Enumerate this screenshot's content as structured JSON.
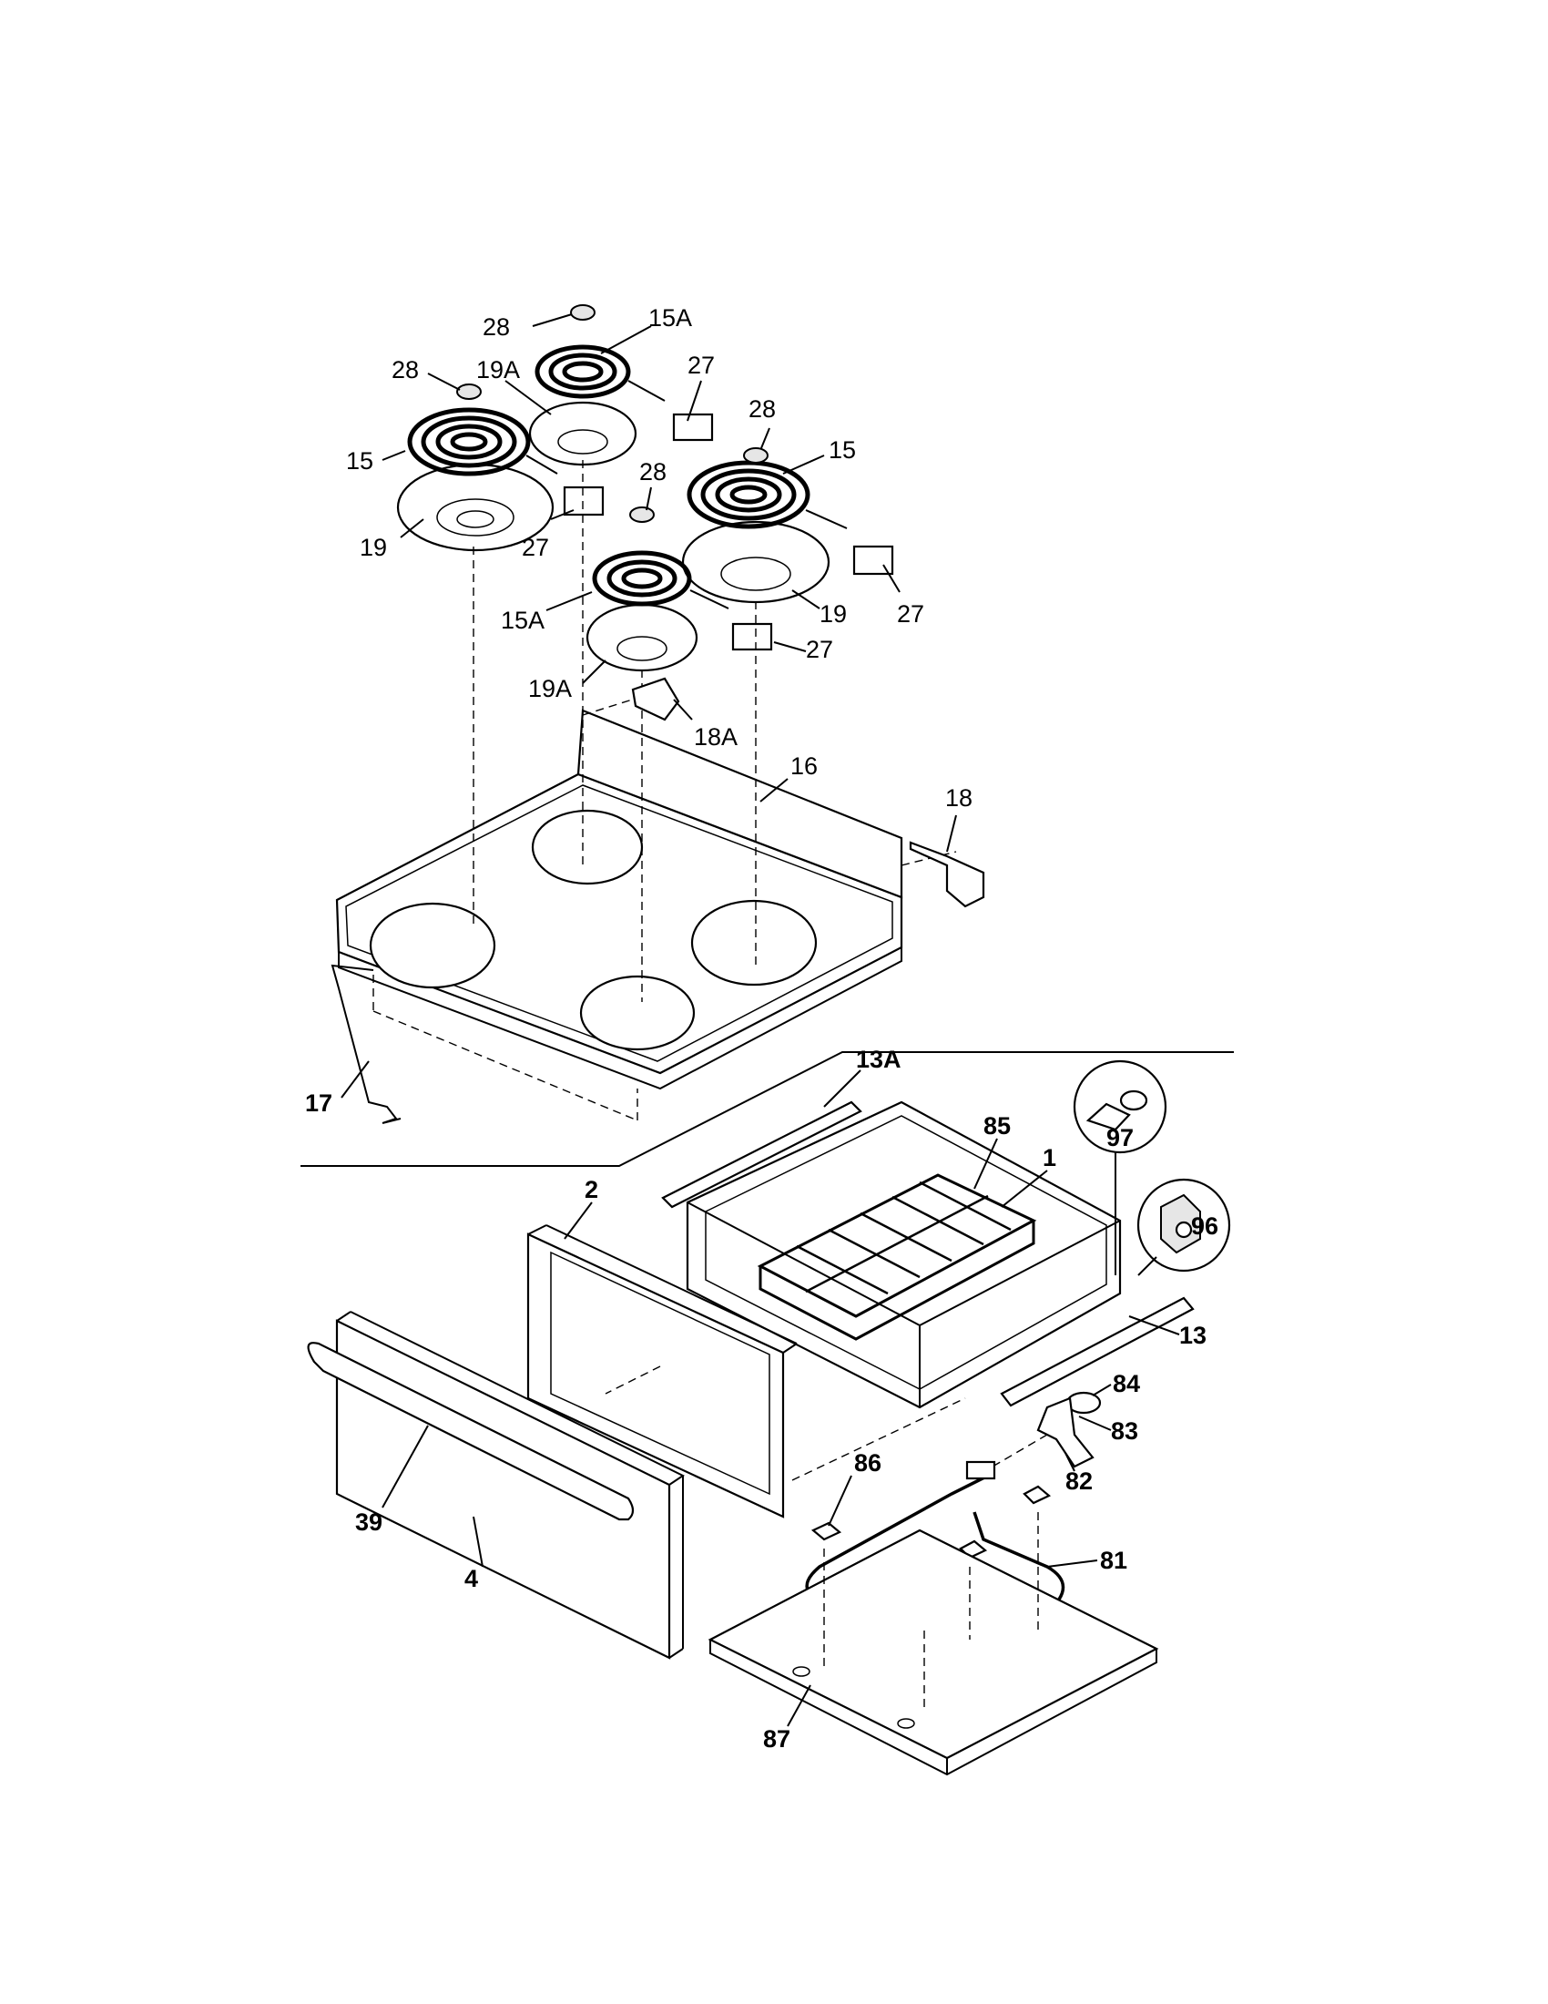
{
  "callouts": {
    "c28_top": "28",
    "c15a_top": "15A",
    "c28_left": "28",
    "c19a_top": "19A",
    "c27_top": "27",
    "c28_right": "28",
    "c15_left": "15",
    "c15_right": "15",
    "c19_left": "19",
    "c27_left": "27",
    "c28_front": "28",
    "c15a_front": "15A",
    "c19_right": "19",
    "c27_right": "27",
    "c27_front": "27",
    "c19a_front": "19A",
    "c18a": "18A",
    "c16": "16",
    "c18": "18",
    "c17": "17",
    "c13a": "13A",
    "c85": "85",
    "c1": "1",
    "c97": "97",
    "c96": "96",
    "c2": "2",
    "c13": "13",
    "c84": "84",
    "c83": "83",
    "c82": "82",
    "c86": "86",
    "c39": "39",
    "c4": "4",
    "c81": "81",
    "c87": "87"
  }
}
